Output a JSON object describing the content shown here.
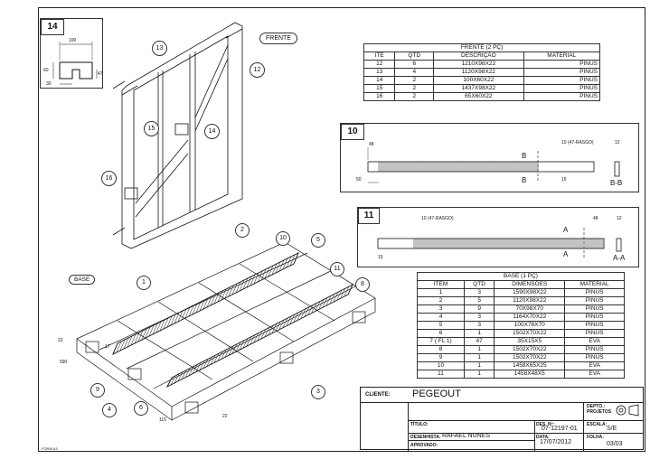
{
  "detail14": {
    "label": "14",
    "dim_width": "100",
    "dim_height": "60",
    "dim_slot": "47",
    "dim_offset": "30"
  },
  "frente_label": "FRENTE",
  "frente_table": {
    "title": "FRENTE (2 PÇ)",
    "headers": [
      "ITE",
      "QTD",
      "DESCRIÇÃO",
      "MATERIAL"
    ],
    "rows": [
      [
        "12",
        "6",
        "1210X98X22",
        "PINUS"
      ],
      [
        "13",
        "4",
        "1120X98X22",
        "PINUS"
      ],
      [
        "14",
        "2",
        "100X60X22",
        "PINUS"
      ],
      [
        "15",
        "2",
        "1437X98X22",
        "PINUS"
      ],
      [
        "16",
        "2",
        "65X60X22",
        "PINUS"
      ]
    ]
  },
  "detail10": {
    "label": "10",
    "dim_left": "48",
    "dim_rasgo": "10 (47-RASGO)",
    "dim_end": "12",
    "dim_50": "50",
    "dim_15": "15",
    "sec_B": "B",
    "sec_BB": "B-B"
  },
  "detail11": {
    "label": "11",
    "dim_rasgo": "10 (47-RASGO)",
    "dim_48": "48",
    "dim_end": "12",
    "dim_15": "15",
    "sec_A": "A",
    "sec_AA": "A-A"
  },
  "base_table": {
    "title": "BASE (1 PÇ)",
    "headers": [
      "ITEM",
      "QTD",
      "DIMENSÕES",
      "MATERIAL"
    ],
    "rows": [
      [
        "1",
        "3",
        "1590X98X22",
        "PINUS"
      ],
      [
        "2",
        "5",
        "1120X98X22",
        "PINUS"
      ],
      [
        "3",
        "9",
        "70X98X70",
        "PINUS"
      ],
      [
        "4",
        "3",
        "1164X70X22",
        "PINUS"
      ],
      [
        "5",
        "3",
        "100X78X70",
        "PINUS"
      ],
      [
        "6",
        "1",
        "1502X70X22",
        "PINUS"
      ],
      [
        "7 ( FL 1)",
        "47",
        "35X15X5",
        "EVA"
      ],
      [
        "8",
        "1",
        "1502X70X22",
        "PINUS"
      ],
      [
        "9",
        "1",
        "1502X70X22",
        "PINUS"
      ],
      [
        "10",
        "1",
        "1458X65X25",
        "EVA"
      ],
      [
        "11",
        "1",
        "1458X48X5",
        "EVA"
      ]
    ]
  },
  "callouts": {
    "c1": "1",
    "c2": "2",
    "c3": "3",
    "c4": "4",
    "c5": "5",
    "c6": "6",
    "c8": "8",
    "c9": "9",
    "c10": "10",
    "c11": "11",
    "c12": "12",
    "c13": "13",
    "c14": "14",
    "c15": "15",
    "c16": "16",
    "base": "BASE"
  },
  "base_dims": {
    "d590": "590",
    "d22a": "22",
    "d22b": "22",
    "d115": "115",
    "d17": "17"
  },
  "title_block": {
    "cliente_label": "CLIENTE:",
    "cliente": "PEGEOUT",
    "depto_label": "DEPTO.:",
    "depto": "PROJETOS",
    "titulo_label": "TÍTULO:",
    "des_label": "DES. Nº:",
    "des": "07-12197-01",
    "escala_label": "ESCALA:",
    "escala": "S/E",
    "desenhista_label": "DESENHISTA:",
    "desenhista": "RAFAEL NUNES",
    "data_label": "DATA:",
    "data": "17/07/2012",
    "folha_label": "FOLHA:",
    "folha": "03/03",
    "aprovado_label": "APROVADO:"
  },
  "form_code": "FORM A3"
}
